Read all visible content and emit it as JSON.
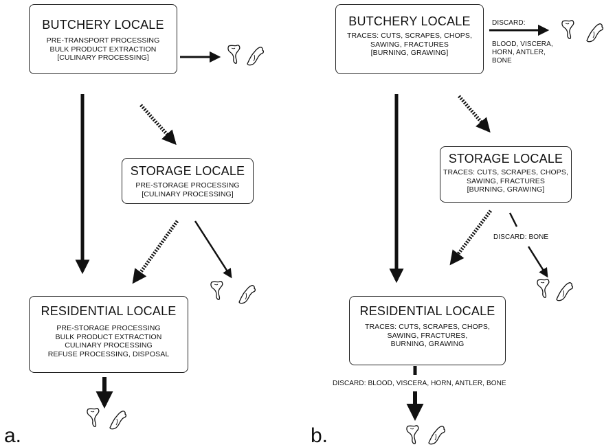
{
  "panel_a": {
    "label": "a.",
    "butchery": {
      "title": "BUTCHERY LOCALE",
      "lines": [
        "PRE-TRANSPORT PROCESSING",
        "BULK PRODUCT EXTRACTION",
        "[CULINARY PROCESSING]"
      ]
    },
    "storage": {
      "title": "STORAGE LOCALE",
      "lines": [
        "PRE-STORAGE PROCESSING",
        "[CULINARY PROCESSING]"
      ]
    },
    "residential": {
      "title": "RESIDENTIAL LOCALE",
      "lines": [
        "PRE-STORAGE PROCESSING",
        "BULK PRODUCT EXTRACTION",
        "CULINARY PROCESSING",
        "REFUSE PROCESSING, DISPOSAL"
      ]
    }
  },
  "panel_b": {
    "label": "b.",
    "butchery": {
      "title": "BUTCHERY LOCALE",
      "lines": [
        "TRACES: CUTS, SCRAPES, CHOPS,",
        "SAWING, FRACTURES",
        "[BURNING, GRAWING]"
      ]
    },
    "storage": {
      "title": "STORAGE LOCALE",
      "lines": [
        "TRACES: CUTS, SCRAPES, CHOPS,",
        "SAWING, FRACTURES",
        "[BURNING, GRAWING]"
      ]
    },
    "residential": {
      "title": "RESIDENTIAL LOCALE",
      "lines": [
        "TRACES: CUTS, SCRAPES, CHOPS,",
        "SAWING, FRACTURES,",
        "BURNING, GRAWING"
      ]
    },
    "discard_butchery": {
      "heading": "DISCARD:",
      "lines": [
        "BLOOD, VISCERA,",
        "HORN, ANTLER,",
        "BONE"
      ]
    },
    "discard_storage": "DISCARD: BONE",
    "discard_residential": "DISCARD: BLOOD, VISCERA, HORN, ANTLER, BONE"
  },
  "icons": {
    "bone_fragment": "bone-fragment-icon"
  },
  "colors": {
    "ink": "#111111",
    "background": "#ffffff"
  }
}
